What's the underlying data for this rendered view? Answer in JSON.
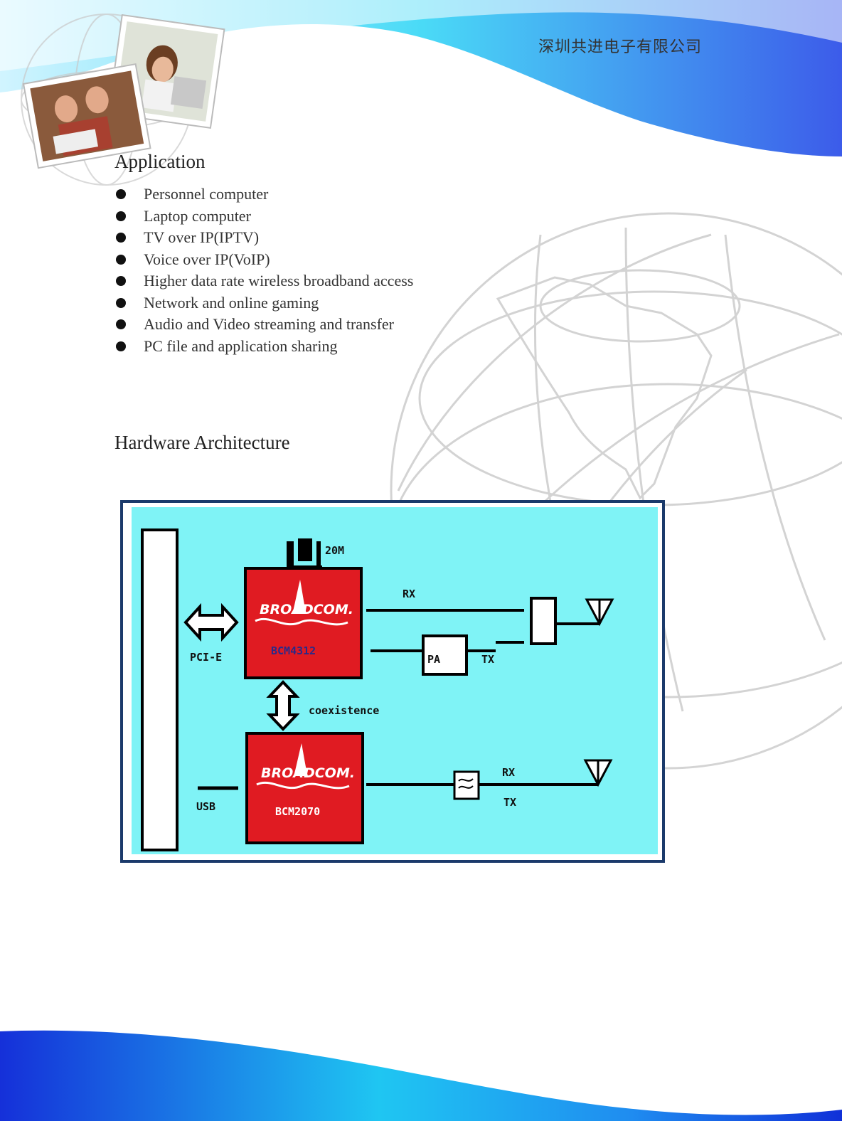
{
  "header": {
    "company": "深圳共进电子有限公司"
  },
  "application": {
    "title": "Application",
    "items": [
      "Personnel computer",
      "Laptop computer",
      "TV over IP(IPTV)",
      "Voice over IP(VoIP)",
      "Higher data rate wireless broadband access",
      "Network and online gaming",
      "Audio and Video streaming and transfer",
      "PC file and application sharing"
    ]
  },
  "hardware": {
    "title": "Hardware Architecture",
    "diagram": {
      "crystal_label": "20M",
      "chip1_brand": "BROADCOM.",
      "chip1_part": "BCM4312",
      "chip2_brand": "BROADCOM.",
      "chip2_part": "BCM2070",
      "pcie_label": "PCI-E",
      "usb_label": "USB",
      "coexistence_label": "coexistence",
      "rx_label_top": "RX",
      "tx_label_top": "TX",
      "pa_label": "PA",
      "rx_label_bottom": "RX",
      "tx_label_bottom": "TX"
    }
  },
  "colors": {
    "diagram_bg": "#7ff3f6",
    "chip_red": "#e01b22",
    "border_navy": "#1b3a6b",
    "wave_blue": "#1f5de8"
  }
}
